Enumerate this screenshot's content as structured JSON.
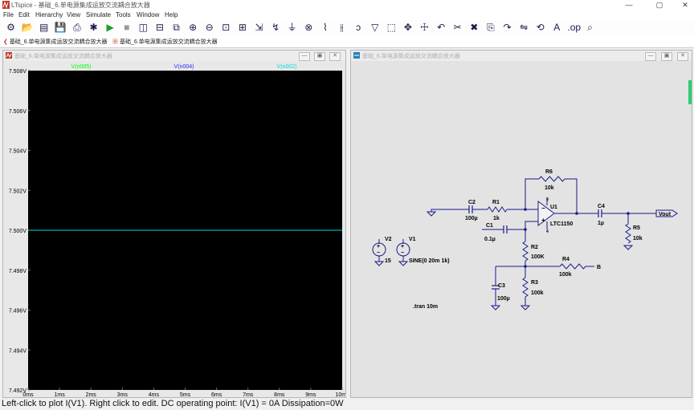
{
  "window": {
    "title": "LTspice - 基础_6.单电源集成运放交流耦合放大器",
    "min_glyph": "—",
    "max_glyph": "▢",
    "close_glyph": "✕"
  },
  "menu": [
    "File",
    "Edit",
    "Hierarchy",
    "View",
    "Simulate",
    "Tools",
    "Window",
    "Help"
  ],
  "toolbar_icons": [
    "gear-icon",
    "open-folder-icon",
    "open-icon",
    "save-icon",
    "print-icon",
    "settings-icon",
    "run-icon",
    "halt-icon",
    "tile-vertical-icon",
    "tile-horizontal-icon",
    "cascade-icon",
    "zoom-in-icon",
    "zoom-out-icon",
    "zoom-fit-icon",
    "zoom-area-icon",
    "autorange-icon",
    "wire-icon",
    "ground-icon",
    "label-icon",
    "resistor-icon",
    "capacitor-icon",
    "inductor-icon",
    "diode-icon",
    "component-icon",
    "move-icon",
    "drag-icon",
    "undo-icon",
    "cut-icon",
    "delete-icon",
    "copy-icon",
    "redo-icon",
    "mirror-icon",
    "rotate-icon",
    "text-icon",
    "spice-directive-icon",
    "find-icon"
  ],
  "tabs": [
    {
      "label": "基础_6.单电源集成运放交流耦合放大器"
    },
    {
      "label": "基础_6.单电源集成运放交流耦合放大器"
    }
  ],
  "plot_window": {
    "title": "基础_6.单电源集成运放交流耦合放大器",
    "traces": [
      {
        "name": "V(n005)",
        "color": "#00ff00"
      },
      {
        "name": "V(n004)",
        "color": "#2828ff"
      },
      {
        "name": "V(n002)",
        "color": "#00dcdc"
      }
    ],
    "y_ticks": [
      "7.508V",
      "7.506V",
      "7.504V",
      "7.502V",
      "7.500V",
      "7.498V",
      "7.496V",
      "7.494V",
      "7.492V"
    ],
    "x_ticks": [
      "0ms",
      "1ms",
      "2ms",
      "3ms",
      "4ms",
      "5ms",
      "6ms",
      "7ms",
      "8ms",
      "9ms",
      "10ms"
    ]
  },
  "chart_data": {
    "type": "line",
    "title": "",
    "xlabel": "",
    "ylabel": "",
    "xlim": [
      0,
      10
    ],
    "ylim": [
      7.492,
      7.508
    ],
    "grid": false,
    "legend_placement": "top",
    "series": [
      {
        "name": "V(n002)",
        "x": [
          0,
          10
        ],
        "values": [
          7.5,
          7.5
        ],
        "color": "#00dcdc"
      }
    ]
  },
  "schematic_window": {
    "title": "基础_6.单电源集成运放交流耦合放大器",
    "labels": {
      "R6": "R6",
      "R6v": "10k",
      "R1": "R1",
      "R1v": "1k",
      "C2": "C2",
      "C2v": "100µ",
      "C1": "C1",
      "C1v": "0.1µ",
      "U1": "U1",
      "U1v": "LTC1150",
      "C4": "C4",
      "C4v": "1µ",
      "R5": "R5",
      "R5v": "10k",
      "out": "Vout",
      "R2": "R2",
      "R2v": "100K",
      "R4": "R4",
      "R4v": "100k",
      "B": "B",
      "C3": "C3",
      "C3v": "100µ",
      "R3": "R3",
      "R3v": "100k",
      "V2": "V2",
      "V2v": "15",
      "V1": "V1",
      "V1v": "SINE(0 20m 1k)",
      "tran": ".tran 10m",
      "pin8": "8",
      "pin4": "4"
    }
  },
  "status": "Left-click to plot I(V1).  Right click to edit.  DC operating point: I(V1) = 0A   Dissipation=0W"
}
